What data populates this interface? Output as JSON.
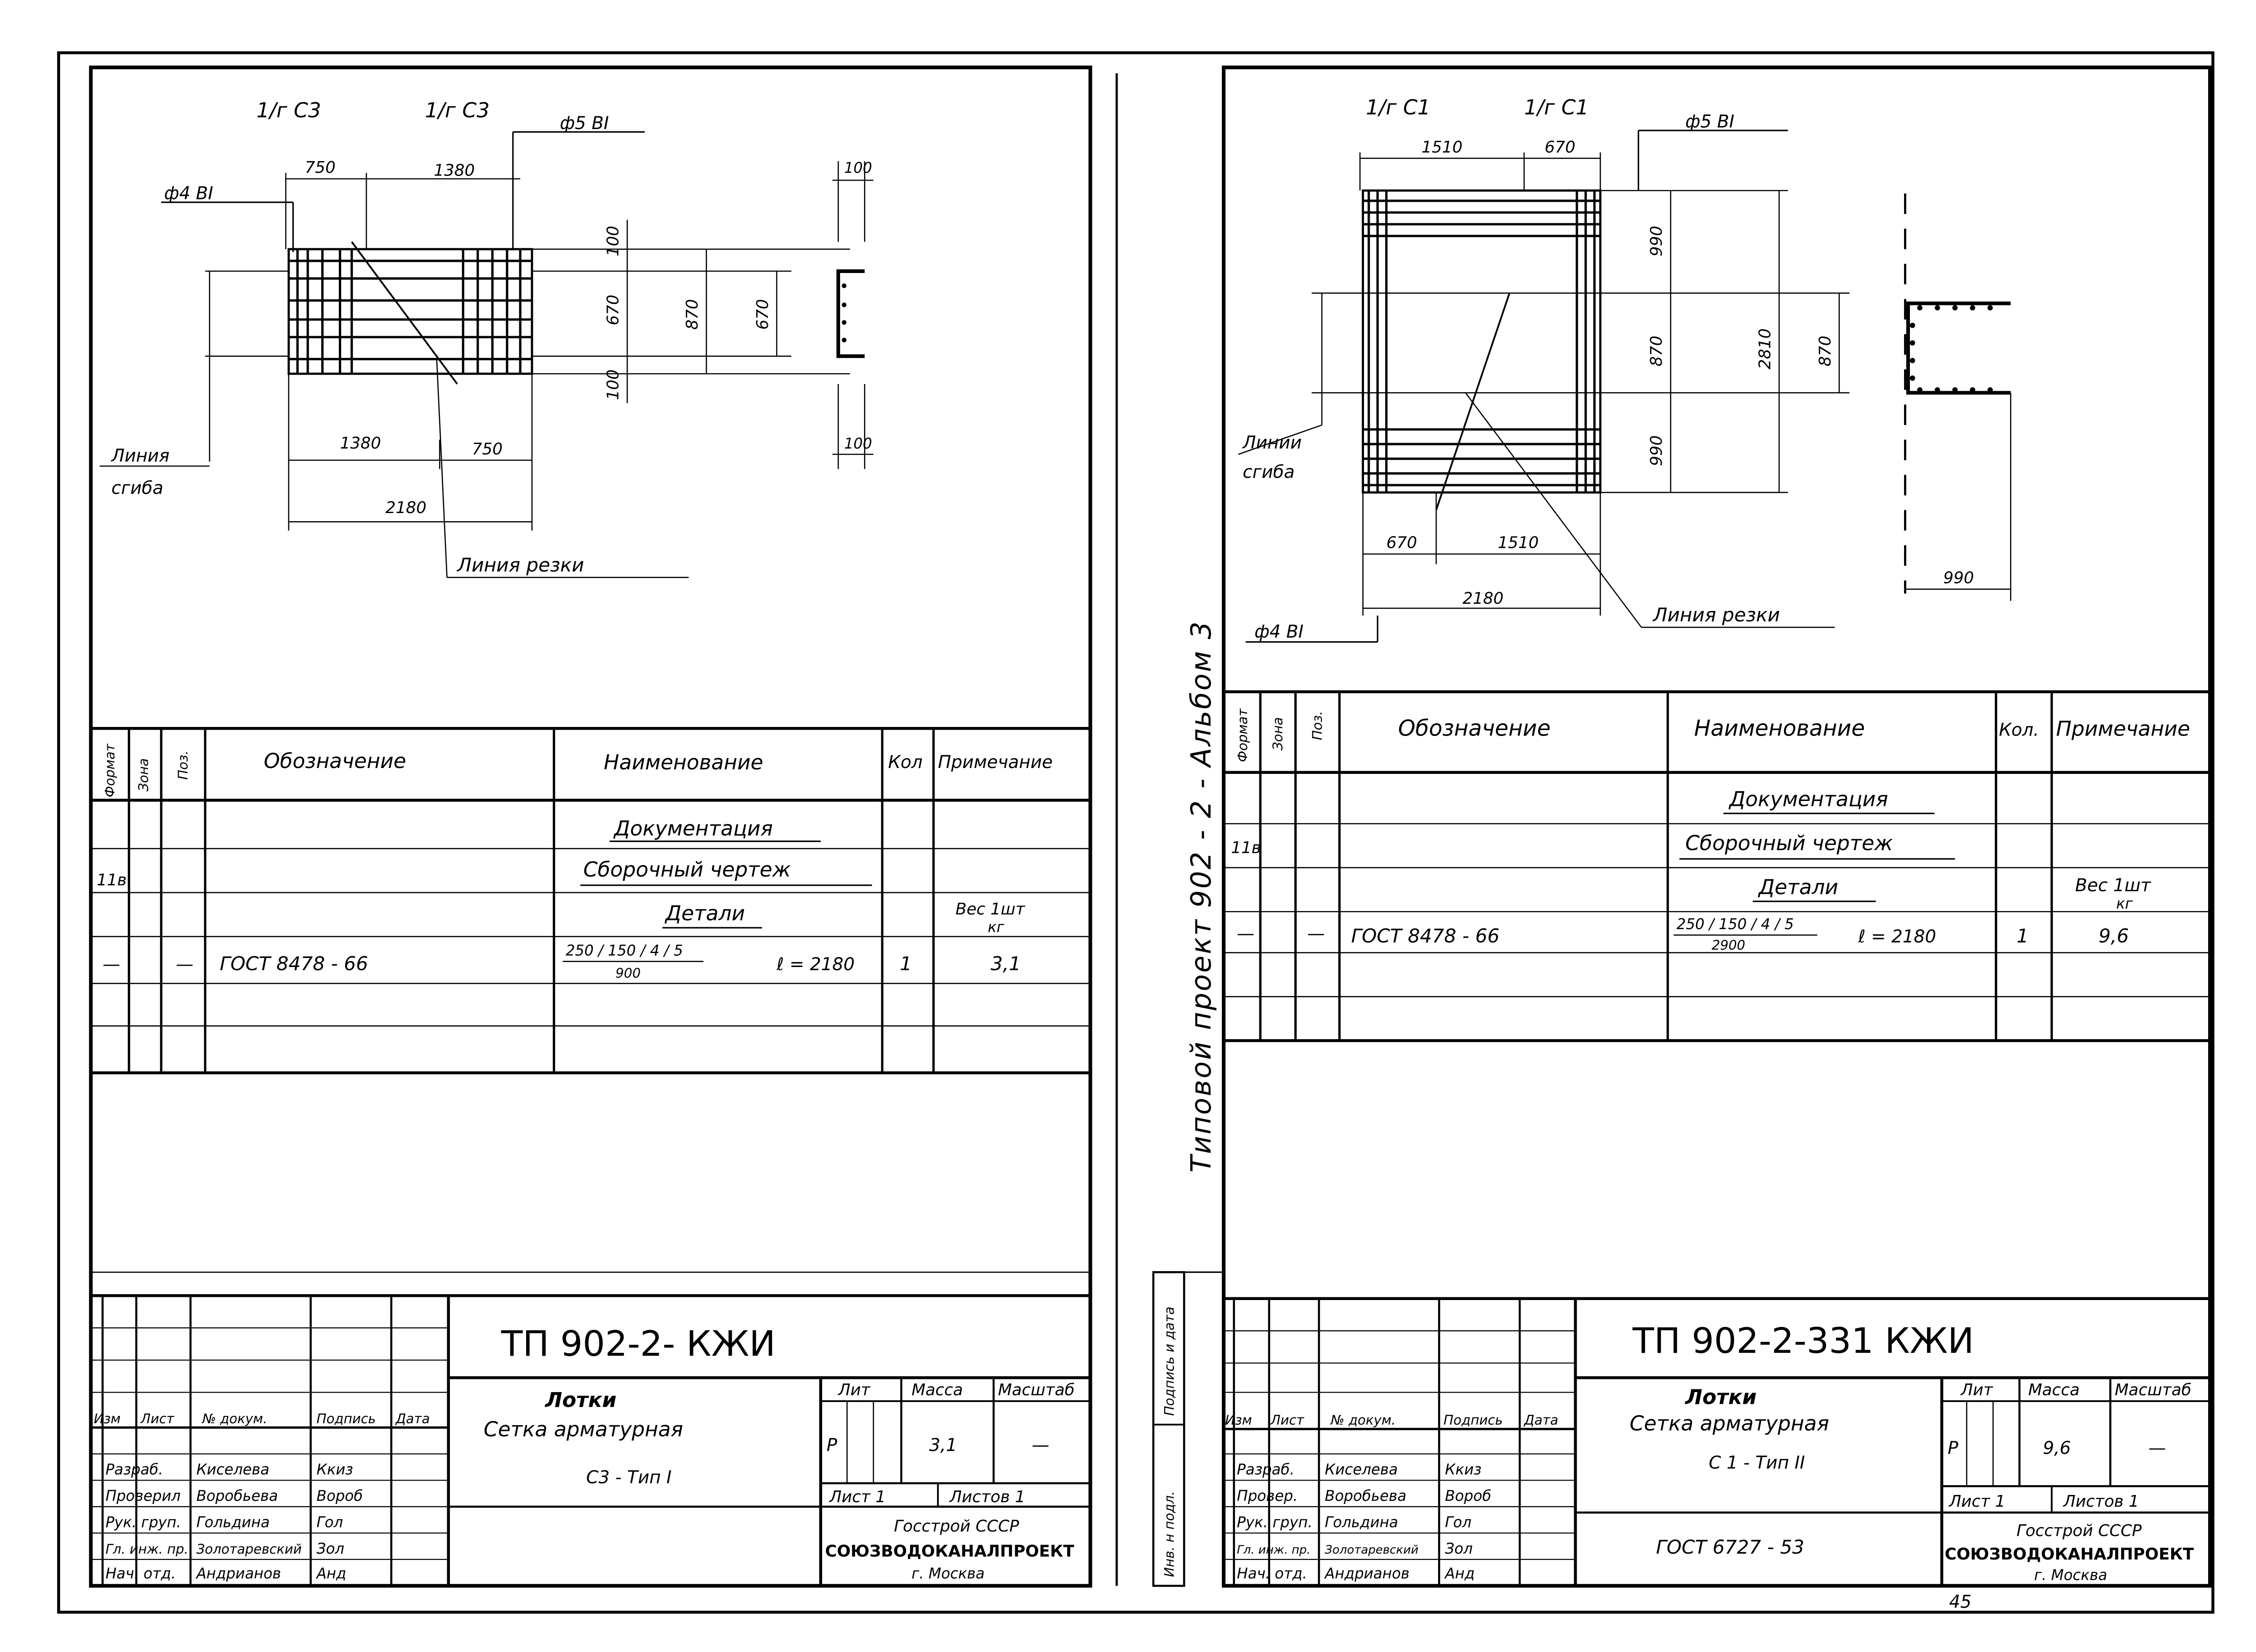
{
  "left_sheet": {
    "drawing": {
      "half_labels": [
        "1/г  С3",
        "1/г  С3"
      ],
      "rebar_main": "ф5 ВI",
      "rebar_dist": "ф4 ВI",
      "dim_top": [
        "750",
        "1380"
      ],
      "dim_vert": [
        "100",
        "670",
        "100",
        "870",
        "670"
      ],
      "dim_side": [
        "100",
        "100"
      ],
      "dim_bottom": [
        "1380",
        "750",
        "2180"
      ],
      "bend_line": [
        "Линия",
        "сгиба"
      ],
      "cut_line": "Линия   резки"
    },
    "spec": {
      "headers": [
        "Формат",
        "Зона",
        "Поз.",
        "Обозначение",
        "Наименование",
        "Кол",
        "Примечание"
      ],
      "section_doc": "Документация",
      "assembly_format": "11в",
      "assembly": "Сборочный   чертеж",
      "section_details": "Детали",
      "note_head": "Вес 1шт",
      "note_unit": "кг",
      "row": {
        "format": "—",
        "zone": "—",
        "designation": "ГОСТ   8478 - 66",
        "name_top": "250 / 150 / 4 / 5",
        "name_bottom": "900",
        "length": "ℓ = 2180",
        "qty": "1",
        "note": "3,1"
      }
    },
    "title_block": {
      "code": "ТП  902-2-     КЖИ",
      "col_headers": [
        "Изм",
        "Лист",
        "№ докум.",
        "Подпись",
        "Дата"
      ],
      "roles": [
        "Разраб.",
        "Проверил",
        "Рук. груп.",
        "Гл. инж. пр.",
        "Нач. отд."
      ],
      "names": [
        "Киселева",
        "Воробьева",
        "Гольдина",
        "Золотаревский",
        "Андрианов"
      ],
      "sign_marks": [
        "Ккиз",
        "Вороб",
        "Гол",
        "Зол",
        "Анд"
      ],
      "title1": "Лотки",
      "title2": "Сетка   арматурная",
      "title3": "С3 - Тип I",
      "lit_head": "Лит",
      "mass_head": "Масса",
      "scale_head": "Масштаб",
      "lit_value": "Р",
      "mass_value": "3,1",
      "scale_value": "—",
      "sheet": "Лист  1",
      "sheets": "Листов  1",
      "org1": "Госстрой СССР",
      "org2": "СОЮЗВОДОКАНАЛПРОЕКТ",
      "org3": "г. Москва"
    }
  },
  "middle": {
    "side_label": "Типовой   проект   902 - 2 -          Альбом 3",
    "stamp_top": "Подпись и дата",
    "stamp_bottom": "Инв. н подл."
  },
  "right_sheet": {
    "drawing": {
      "half_labels": [
        "1/г  С1",
        "1/г  С1"
      ],
      "rebar_main": "ф5 ВI",
      "rebar_dist": "ф4 ВI",
      "dim_top": [
        "1510",
        "670"
      ],
      "dim_vert": [
        "990",
        "870",
        "990",
        "2810",
        "870"
      ],
      "dim_bottom": [
        "670",
        "1510",
        "2180",
        "990"
      ],
      "bend_line": [
        "Линии",
        "сгиба"
      ],
      "cut_line": "Линия резки"
    },
    "spec": {
      "headers": [
        "Формат",
        "Зона",
        "Поз.",
        "Обозначение",
        "Наименование",
        "Кол.",
        "Примечание"
      ],
      "section_doc": "Документация",
      "assembly_format": "11в",
      "assembly": "Сборочный  чертеж",
      "section_details": "Детали",
      "note_head": "Вес 1шт",
      "note_unit": "кг",
      "row": {
        "format": "—",
        "zone": "—",
        "designation": "ГОСТ  8478 - 66",
        "name_top": "250 / 150 / 4 / 5",
        "name_bottom": "2900",
        "length": "ℓ = 2180",
        "qty": "1",
        "note": "9,6"
      }
    },
    "title_block": {
      "code": "ТП  902-2-331  КЖИ",
      "col_headers": [
        "Изм",
        "Лист",
        "№ докум.",
        "Подпись",
        "Дата"
      ],
      "roles": [
        "Разраб.",
        "Провер.",
        "Рук. груп.",
        "Гл. инж. пр.",
        "Нач. отд."
      ],
      "names": [
        "Киселева",
        "Воробьева",
        "Гольдина",
        "Золотаревский",
        "Андрианов"
      ],
      "sign_marks": [
        "Ккиз",
        "Вороб",
        "Гол",
        "Зол",
        "Анд"
      ],
      "title1": "Лотки",
      "title2": "Сетка  арматурная",
      "title3": "С 1 - Тип II",
      "gost": "ГОСТ  6727 - 53",
      "lit_head": "Лит",
      "mass_head": "Масса",
      "scale_head": "Масштаб",
      "lit_value": "Р",
      "mass_value": "9,6",
      "scale_value": "—",
      "sheet": "Лист 1",
      "sheets": "Листов 1",
      "org1": "Госстрой СССР",
      "org2": "СОЮЗВОДОКАНАЛПРОЕКТ",
      "org3": "г. Москва"
    }
  },
  "page_number": "45"
}
